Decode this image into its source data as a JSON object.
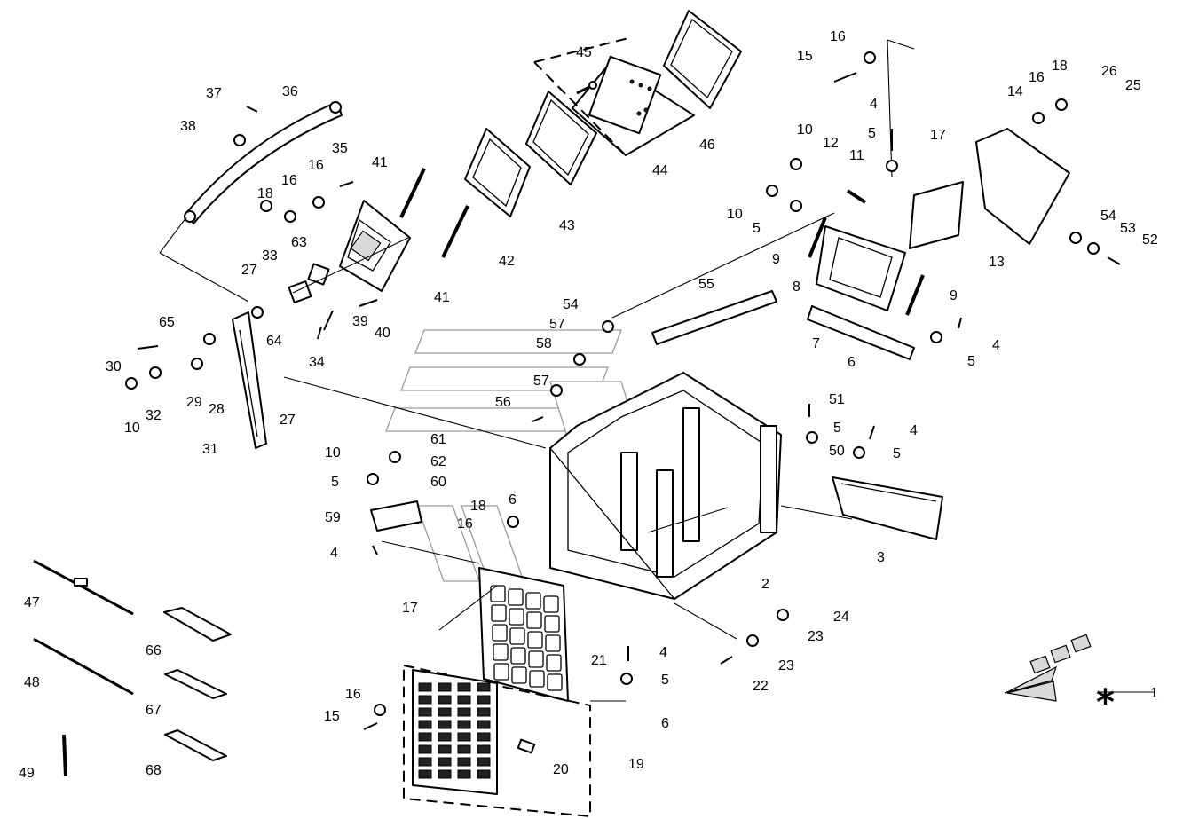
{
  "diagram": {
    "callouts": [
      {
        "id": "c1",
        "text": "1"
      },
      {
        "id": "c2",
        "text": "2"
      },
      {
        "id": "c3",
        "text": "3"
      },
      {
        "id": "c4a",
        "text": "4"
      },
      {
        "id": "c4b",
        "text": "4"
      },
      {
        "id": "c4c",
        "text": "4"
      },
      {
        "id": "c4d",
        "text": "4"
      },
      {
        "id": "c4e",
        "text": "4"
      },
      {
        "id": "c5a",
        "text": "5"
      },
      {
        "id": "c5b",
        "text": "5"
      },
      {
        "id": "c5c",
        "text": "5"
      },
      {
        "id": "c5d",
        "text": "5"
      },
      {
        "id": "c5e",
        "text": "5"
      },
      {
        "id": "c5f",
        "text": "5"
      },
      {
        "id": "c5g",
        "text": "5"
      },
      {
        "id": "c6a",
        "text": "6"
      },
      {
        "id": "c6b",
        "text": "6"
      },
      {
        "id": "c6c",
        "text": "6"
      },
      {
        "id": "c7",
        "text": "7"
      },
      {
        "id": "c8",
        "text": "8"
      },
      {
        "id": "c9a",
        "text": "9"
      },
      {
        "id": "c9b",
        "text": "9"
      },
      {
        "id": "c10a",
        "text": "10"
      },
      {
        "id": "c10b",
        "text": "10"
      },
      {
        "id": "c10c",
        "text": "10"
      },
      {
        "id": "c10d",
        "text": "10"
      },
      {
        "id": "c11",
        "text": "11"
      },
      {
        "id": "c12",
        "text": "12"
      },
      {
        "id": "c13",
        "text": "13"
      },
      {
        "id": "c14",
        "text": "14"
      },
      {
        "id": "c15a",
        "text": "15"
      },
      {
        "id": "c15b",
        "text": "15"
      },
      {
        "id": "c16a",
        "text": "16"
      },
      {
        "id": "c16b",
        "text": "16"
      },
      {
        "id": "c16c",
        "text": "16"
      },
      {
        "id": "c16d",
        "text": "16"
      },
      {
        "id": "c16e",
        "text": "16"
      },
      {
        "id": "c16f",
        "text": "16"
      },
      {
        "id": "c17a",
        "text": "17"
      },
      {
        "id": "c17b",
        "text": "17"
      },
      {
        "id": "c18a",
        "text": "18"
      },
      {
        "id": "c18b",
        "text": "18"
      },
      {
        "id": "c18c",
        "text": "18"
      },
      {
        "id": "c19",
        "text": "19"
      },
      {
        "id": "c20",
        "text": "20"
      },
      {
        "id": "c21",
        "text": "21"
      },
      {
        "id": "c22",
        "text": "22"
      },
      {
        "id": "c23a",
        "text": "23"
      },
      {
        "id": "c23b",
        "text": "23"
      },
      {
        "id": "c24",
        "text": "24"
      },
      {
        "id": "c25",
        "text": "25"
      },
      {
        "id": "c26",
        "text": "26"
      },
      {
        "id": "c27a",
        "text": "27"
      },
      {
        "id": "c27b",
        "text": "27"
      },
      {
        "id": "c28",
        "text": "28"
      },
      {
        "id": "c29",
        "text": "29"
      },
      {
        "id": "c30",
        "text": "30"
      },
      {
        "id": "c31",
        "text": "31"
      },
      {
        "id": "c32",
        "text": "32"
      },
      {
        "id": "c33",
        "text": "33"
      },
      {
        "id": "c34",
        "text": "34"
      },
      {
        "id": "c35",
        "text": "35"
      },
      {
        "id": "c36",
        "text": "36"
      },
      {
        "id": "c37",
        "text": "37"
      },
      {
        "id": "c38",
        "text": "38"
      },
      {
        "id": "c39",
        "text": "39"
      },
      {
        "id": "c40",
        "text": "40"
      },
      {
        "id": "c41a",
        "text": "41"
      },
      {
        "id": "c41b",
        "text": "41"
      },
      {
        "id": "c42",
        "text": "42"
      },
      {
        "id": "c43",
        "text": "43"
      },
      {
        "id": "c44",
        "text": "44"
      },
      {
        "id": "c45",
        "text": "45"
      },
      {
        "id": "c46",
        "text": "46"
      },
      {
        "id": "c47",
        "text": "47"
      },
      {
        "id": "c48",
        "text": "48"
      },
      {
        "id": "c49",
        "text": "49"
      },
      {
        "id": "c50",
        "text": "50"
      },
      {
        "id": "c51",
        "text": "51"
      },
      {
        "id": "c52",
        "text": "52"
      },
      {
        "id": "c53",
        "text": "53"
      },
      {
        "id": "c54a",
        "text": "54"
      },
      {
        "id": "c54b",
        "text": "54"
      },
      {
        "id": "c55",
        "text": "55"
      },
      {
        "id": "c56",
        "text": "56"
      },
      {
        "id": "c57a",
        "text": "57"
      },
      {
        "id": "c57b",
        "text": "57"
      },
      {
        "id": "c58",
        "text": "58"
      },
      {
        "id": "c59",
        "text": "59"
      },
      {
        "id": "c60",
        "text": "60"
      },
      {
        "id": "c61",
        "text": "61"
      },
      {
        "id": "c62",
        "text": "62"
      },
      {
        "id": "c63",
        "text": "63"
      },
      {
        "id": "c64",
        "text": "64"
      },
      {
        "id": "c65",
        "text": "65"
      },
      {
        "id": "c66",
        "text": "66"
      },
      {
        "id": "c67",
        "text": "67"
      },
      {
        "id": "c68",
        "text": "68"
      }
    ],
    "star_symbol": "*"
  }
}
